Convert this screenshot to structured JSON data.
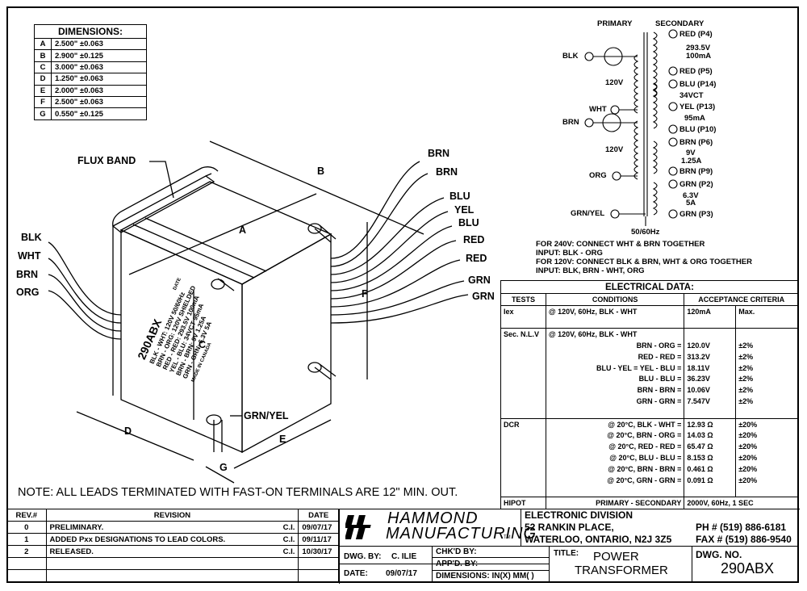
{
  "dimensions": {
    "title": "DIMENSIONS:",
    "rows": [
      {
        "key": "A",
        "value": "2.500\"  ±0.063"
      },
      {
        "key": "B",
        "value": "2.900\"  ±0.125"
      },
      {
        "key": "C",
        "value": "3.000\"  ±0.063"
      },
      {
        "key": "D",
        "value": "1.250\"  ±0.063"
      },
      {
        "key": "E",
        "value": "2.000\"  ±0.063"
      },
      {
        "key": "F",
        "value": "2.500\"  ±0.063"
      },
      {
        "key": "G",
        "value": "0.550\"  ±0.125"
      }
    ]
  },
  "drawing": {
    "flux_band": "FLUX BAND",
    "dim_letters": [
      "A",
      "B",
      "C",
      "D",
      "E",
      "F",
      "G"
    ],
    "left_leads": [
      "BLK",
      "WHT",
      "BRN",
      "ORG"
    ],
    "right_leads": [
      "BRN",
      "BRN",
      "BLU",
      "YEL",
      "BLU",
      "RED",
      "RED",
      "GRN",
      "GRN"
    ],
    "grn_yel": "GRN/YEL",
    "label_part": "290ABX",
    "label_lines": [
      "BLK - WHT: 120V 50/60Hz",
      "BRN - ORG: 120V SHIELDED",
      "RED - RED: 293.5V 100mA",
      "YEL - BLU: 34VCT 95mA",
      "BRN - BRN: 9V 1.25A",
      "GRN - GRN: 6.3V 5A"
    ],
    "made_in": "MADE IN CANADA",
    "date_mark": "DATE"
  },
  "note": "NOTE: ALL LEADS TERMINATED WITH FAST-ON TERMINALS ARE 12\" MIN. OUT.",
  "schematic": {
    "primary": "PRIMARY",
    "secondary": "SECONDARY",
    "pri_left": [
      "BLK",
      "WHT",
      "BRN",
      "ORG",
      "GRN/YEL"
    ],
    "pri_volt": [
      "120V",
      "120V"
    ],
    "sec_right": [
      "RED (P4)",
      "RED (P5)",
      "BLU (P14)",
      "YEL (P13)",
      "BLU (P10)",
      "BRN (P6)",
      "BRN (P9)",
      "GRN (P2)",
      "GRN (P3)"
    ],
    "sec_ratings": [
      "293.5V",
      "100mA",
      "34VCT",
      "95mA",
      "9V",
      "1.25A",
      "6.3V",
      "5A"
    ],
    "freq": "50/60Hz",
    "instructions": [
      "FOR 240V: CONNECT WHT & BRN TOGETHER",
      "INPUT: BLK - ORG",
      "FOR 120V: CONNECT BLK & BRN, WHT & ORG TOGETHER",
      "INPUT: BLK, BRN - WHT, ORG"
    ]
  },
  "electrical": {
    "title": "ELECTRICAL DATA:",
    "headers": [
      "TESTS",
      "CONDITIONS",
      "ACCEPTANCE CRITERIA"
    ],
    "rows": [
      {
        "test": "Iex",
        "cond": "@ 120V, 60Hz, BLK - WHT",
        "val": "120mA",
        "tol": "Max."
      },
      {
        "test": "",
        "cond": "",
        "val": "",
        "tol": ""
      },
      {
        "test": "Sec. N.L.V",
        "cond": "@ 120V, 60Hz, BLK - WHT",
        "val": "",
        "tol": ""
      },
      {
        "test": "",
        "cond": "BRN - ORG =",
        "val": "120.0V",
        "tol": "±2%"
      },
      {
        "test": "",
        "cond": "RED - RED =",
        "val": "313.2V",
        "tol": "±2%"
      },
      {
        "test": "",
        "cond": "BLU - YEL = YEL - BLU =",
        "val": "18.11V",
        "tol": "±2%"
      },
      {
        "test": "",
        "cond": "BLU - BLU =",
        "val": "36.23V",
        "tol": "±2%"
      },
      {
        "test": "",
        "cond": "BRN - BRN =",
        "val": "10.06V",
        "tol": "±2%"
      },
      {
        "test": "",
        "cond": "GRN - GRN =",
        "val": "7.547V",
        "tol": "±2%"
      },
      {
        "test": "",
        "cond": "",
        "val": "",
        "tol": ""
      },
      {
        "test": "DCR",
        "cond": "@ 20°C, BLK - WHT =",
        "val": "12.93 Ω",
        "tol": "±20%"
      },
      {
        "test": "",
        "cond": "@ 20°C, BRN - ORG =",
        "val": "14.03 Ω",
        "tol": "±20%"
      },
      {
        "test": "",
        "cond": "@ 20°C, RED - RED =",
        "val": "65.47 Ω",
        "tol": "±20%"
      },
      {
        "test": "",
        "cond": "@ 20°C, BLU - BLU =",
        "val": "8.153 Ω",
        "tol": "±20%"
      },
      {
        "test": "",
        "cond": "@ 20°C, BRN - BRN =",
        "val": "0.461 Ω",
        "tol": "±20%"
      },
      {
        "test": "",
        "cond": "@ 20°C, GRN - GRN =",
        "val": "0.091 Ω",
        "tol": "±20%"
      },
      {
        "test": "",
        "cond": "",
        "val": "",
        "tol": ""
      },
      {
        "test": "HIPOT",
        "cond": "PRIMARY - SECONDARY",
        "val": "2000V, 60Hz, 1 SEC",
        "tol": ""
      }
    ]
  },
  "revisions": {
    "headers": [
      "REV.#",
      "REVISION",
      "DATE"
    ],
    "rows": [
      {
        "rev": "0",
        "desc": "PRELIMINARY.",
        "by": "C.I.",
        "date": "09/07/17"
      },
      {
        "rev": "1",
        "desc": "ADDED Pxx DESIGNATIONS TO LEAD COLORS.",
        "by": "C.I.",
        "date": "09/11/17"
      },
      {
        "rev": "2",
        "desc": "RELEASED.",
        "by": "C.I.",
        "date": "10/30/17"
      }
    ]
  },
  "title_block": {
    "company_line1": "HAMMOND",
    "company_line2": "MANUFACTURING",
    "tm": "TM",
    "division": "ELECTRONIC DIVISION",
    "address1": "52 RANKIN PLACE,",
    "address2": "WATERLOO, ONTARIO, N2J 3Z5",
    "phone": "PH  # (519) 886-6181",
    "fax": "FAX # (519) 886-9540",
    "dwg_by_label": "DWG. BY:",
    "dwg_by": "C. ILIE",
    "date_label": "DATE:",
    "date": "09/07/17",
    "chkd_by": "CHK'D BY:",
    "appd_by": "APP'D. BY:",
    "dims_unit": "DIMENSIONS:  IN(X) MM(  )",
    "title_label": "TITLE:",
    "title_line1": "POWER",
    "title_line2": "TRANSFORMER",
    "dwg_no_label": "DWG. NO.",
    "dwg_no": "290ABX"
  }
}
